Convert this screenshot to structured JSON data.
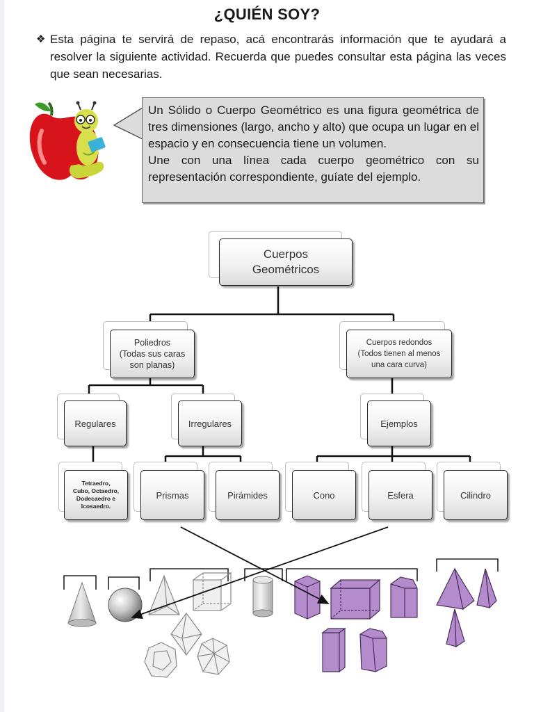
{
  "title": "¿QUIÉN SOY?",
  "intro": {
    "bullet": "❖",
    "text": "Esta página te servirá de repaso, acá encontrarás información que te ayudará a resolver la siguiente actividad. Recuerda que puedes consultar esta página las veces que sean necesarias."
  },
  "info": {
    "paragraph1": "Un Sólido o Cuerpo Geométrico es una figura geométrica de tres dimensiones (largo, ancho y alto) que ocupa un lugar en el espacio y en consecuencia tiene un volumen.",
    "paragraph2": "Une con una línea cada cuerpo geométrico con su representación correspondiente, guíate del ejemplo."
  },
  "tree": {
    "root": {
      "line1": "Cuerpos",
      "line2": "Geométricos"
    },
    "poliedros": {
      "line1": "Poliedros",
      "line2": "(Todas sus caras",
      "line3": "son planas)"
    },
    "redondos": {
      "line1": "Cuerpos redondos",
      "line2": "(Todos tienen al menos",
      "line3": "una cara curva)"
    },
    "regulares": "Regulares",
    "irregulares": "Irregulares",
    "ejemplos": "Ejemplos",
    "tetraedro": {
      "line1": "Tetraedro,",
      "line2": "Cubo, Octaedro,",
      "line3": "Dodecaedro e",
      "line4": "Icosaedro."
    },
    "prismas": "Prismas",
    "piramides": "Pirámides",
    "cono": "Cono",
    "esfera": "Esfera",
    "cilindro": "Cilindro"
  },
  "colors": {
    "solid_gray": "#d0d0d0",
    "solid_purple": "#b48ccc",
    "node_border": "#222222",
    "info_bg": "#dcdcdc"
  }
}
